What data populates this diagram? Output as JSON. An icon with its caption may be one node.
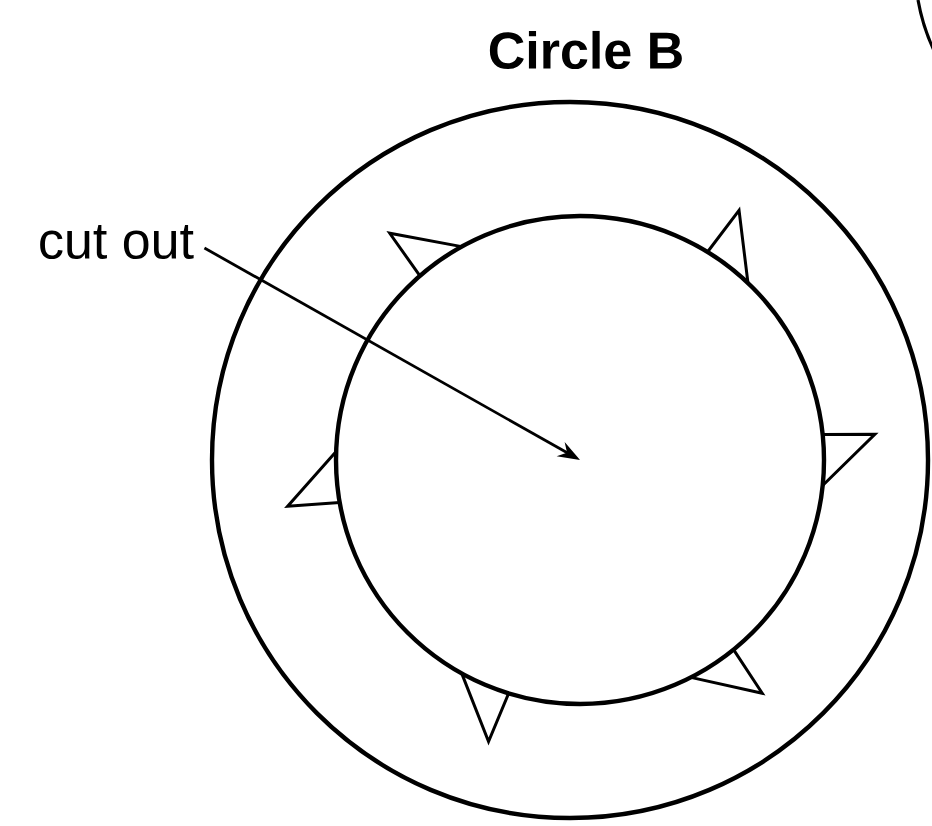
{
  "diagram": {
    "title": "Circle B",
    "nodes": [
      {
        "text": [
          "cut out"
        ]
      },
      {
        "text": [],
        "shape": "circle"
      },
      {
        "text": [],
        "shape": "circle",
        "in": 1
      }
    ],
    "edges": [
      {
        "from": 0,
        "to": 2,
        "arrow": "to"
      }
    ]
  }
}
